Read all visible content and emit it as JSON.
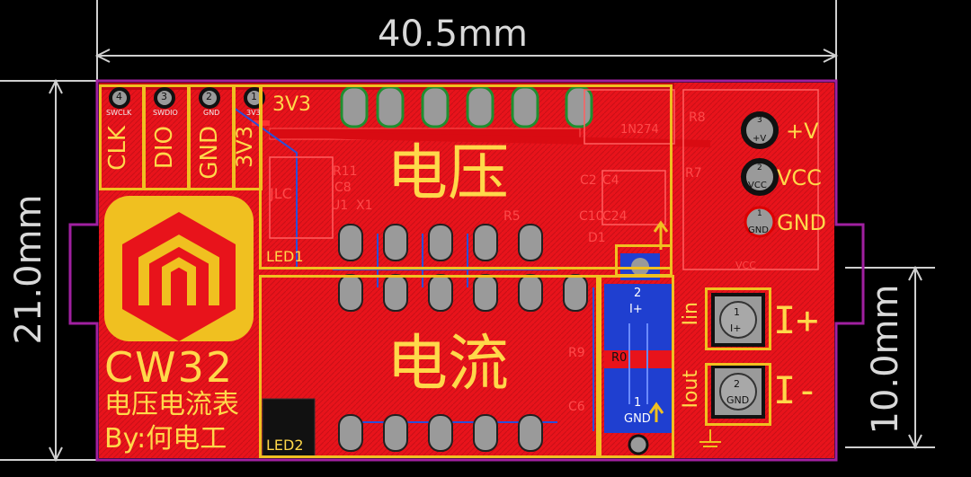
{
  "dimensions": {
    "width": "40.5mm",
    "height": "21.0mm",
    "current_section": "10.0mm"
  },
  "board": {
    "title_voltage": "电压",
    "title_current": "电流",
    "brand": "CW32",
    "subtitle": "电压电流表",
    "author": "By:何电工",
    "led1": "LED1",
    "led2": "LED2",
    "label_3v3_top": "3V3",
    "header_pins": [
      {
        "num": "4",
        "name": "SWCLK",
        "label": "CLK"
      },
      {
        "num": "3",
        "name": "SWDIO",
        "label": "DIO"
      },
      {
        "num": "2",
        "name": "GND",
        "label": "GND"
      },
      {
        "num": "1",
        "name": "3V3",
        "label": "3V3"
      }
    ],
    "power_pins": [
      {
        "num": "3",
        "name": "+V",
        "label": "+V"
      },
      {
        "num": "2",
        "name": "VCC",
        "label": "VCC"
      },
      {
        "num": "1",
        "name": "GND",
        "label": "GND"
      }
    ],
    "current_pins": [
      {
        "num": "1",
        "name": "I+",
        "label": "I+"
      },
      {
        "num": "2",
        "name": "GND",
        "label": "I-"
      }
    ],
    "shunt": {
      "top_num": "2",
      "top_name": "I+",
      "bottom_num": "1",
      "bottom_name": "GND"
    },
    "lin": "Iin",
    "lout": "Iout",
    "silk": [
      "R11",
      "C8",
      "U1",
      "X1",
      "JLC",
      "C2",
      "C4",
      "C10",
      "C24",
      "R5",
      "R7",
      "D1",
      "R8",
      "R9",
      "C6",
      "R0",
      "1N274",
      "VCC"
    ]
  },
  "colors": {
    "board": "#e8131b",
    "outline": "#a020a0",
    "silk": "#f0c020",
    "pad": "#9a9a9a",
    "shunt": "#1f3fd0"
  }
}
